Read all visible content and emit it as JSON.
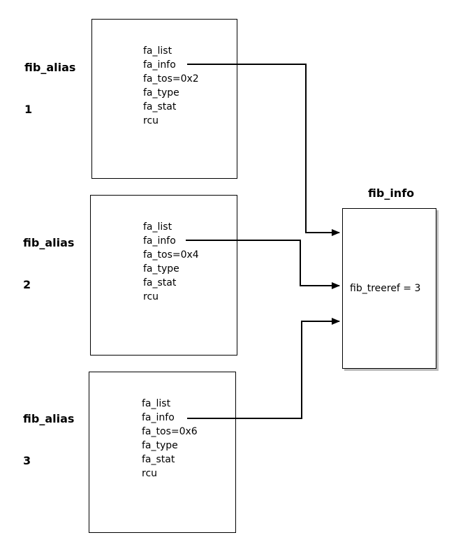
{
  "alias1": {
    "label_line1": "fib_alias",
    "label_line2": "1",
    "fields": [
      "fa_list",
      "fa_info",
      "fa_tos=0x2",
      "fa_type",
      "fa_stat",
      "rcu"
    ]
  },
  "alias2": {
    "label_line1": "fib_alias",
    "label_line2": "2",
    "fields": [
      "fa_list",
      "fa_info",
      "fa_tos=0x4",
      "fa_type",
      "fa_stat",
      "rcu"
    ]
  },
  "alias3": {
    "label_line1": "fib_alias",
    "label_line2": "3",
    "fields": [
      "fa_list",
      "fa_info",
      "fa_tos=0x6",
      "fa_type",
      "fa_stat",
      "rcu"
    ]
  },
  "fib_info": {
    "title": "fib_info",
    "field": "fib_treeref = 3"
  }
}
